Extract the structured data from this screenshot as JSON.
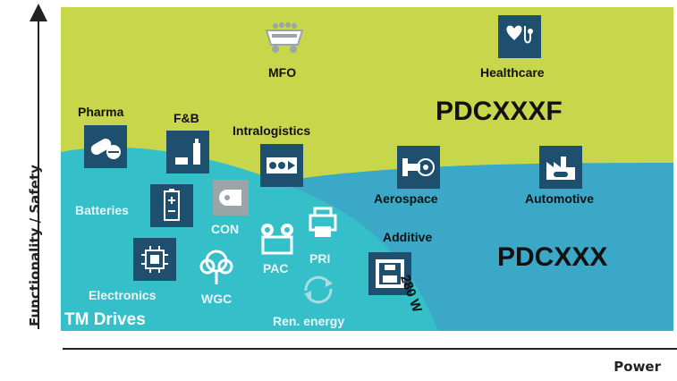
{
  "axes": {
    "y_label": "Functionality / Safety",
    "x_label": "Power"
  },
  "colors": {
    "upper_region": "#c8d64c",
    "lower_region": "#3aa8c6",
    "tm_region": "#35bfc8",
    "icon_dark": "#1f4f6e",
    "icon_light": "#9aa5a8"
  },
  "regions": {
    "upper": "PDCXXXF",
    "lower": "PDCXXX",
    "tm": "TM Drives"
  },
  "applications": {
    "mfo": "MFO",
    "healthcare": "Healthcare",
    "pharma": "Pharma",
    "fnb": "F&B",
    "intralogistics": "Intralogistics",
    "aerospace": "Aerospace",
    "automotive": "Automotive",
    "additive": "Additive",
    "batteries": "Batteries",
    "con": "CON",
    "pac": "PAC",
    "pri": "PRI",
    "electronics": "Electronics",
    "wgc": "WGC",
    "ren_energy": "Ren. energy"
  },
  "annotation": "280 W"
}
